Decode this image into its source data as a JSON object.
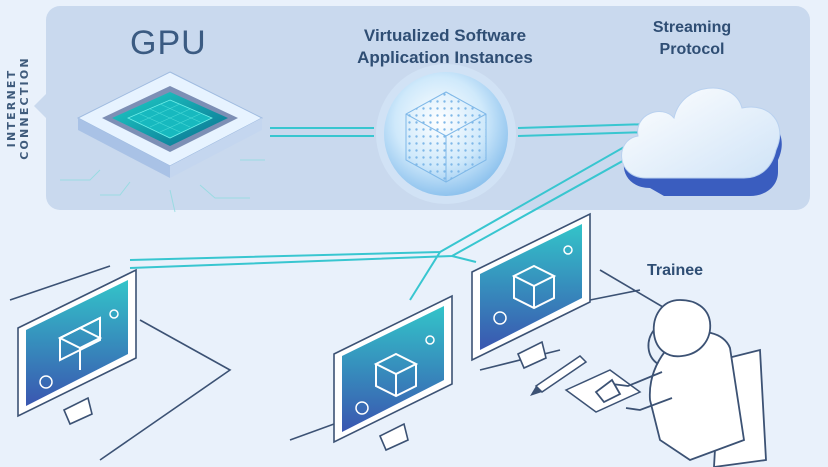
{
  "side_label": "INTERNET CONNECTION",
  "labels": {
    "gpu": "GPU",
    "vsa": "Virtualized Software Application Instances",
    "streaming": "Streaming Protocol",
    "trainee": "Trainee"
  },
  "colors": {
    "panel": "#c9d9ee",
    "background": "#e9f1fb",
    "accent": "#38c6d0",
    "screen_top": "#33c4c9",
    "screen_bottom": "#3a56b0",
    "outline": "#3c5274"
  },
  "icons": [
    "gpu-chip-icon",
    "cube-sphere-icon",
    "cloud-icon",
    "monitor-icon",
    "person-icon",
    "pen-icon"
  ]
}
